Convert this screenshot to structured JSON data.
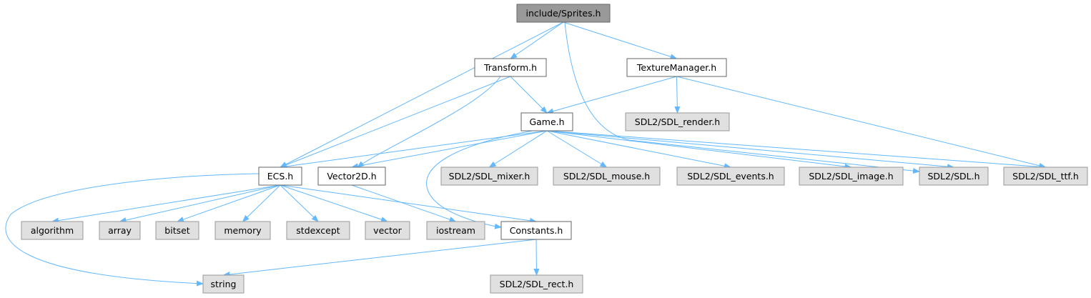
{
  "diagram": {
    "colors": {
      "edge": "#63b8ff",
      "root_fill": "#999999",
      "root_stroke": "#666666",
      "local_fill": "#ffffff",
      "local_stroke": "#666666",
      "system_fill": "#e0e0e0",
      "system_stroke": "#999999"
    },
    "nodes": [
      {
        "id": "sprites",
        "label": "include/Sprites.h",
        "kind": "root"
      },
      {
        "id": "transform",
        "label": "Transform.h",
        "kind": "local"
      },
      {
        "id": "texturemanager",
        "label": "TextureManager.h",
        "kind": "local"
      },
      {
        "id": "game",
        "label": "Game.h",
        "kind": "local"
      },
      {
        "id": "sdl_render",
        "label": "SDL2/SDL_render.h",
        "kind": "system"
      },
      {
        "id": "ecs",
        "label": "ECS.h",
        "kind": "local"
      },
      {
        "id": "vector2d",
        "label": "Vector2D.h",
        "kind": "local"
      },
      {
        "id": "sdl_mixer",
        "label": "SDL2/SDL_mixer.h",
        "kind": "system"
      },
      {
        "id": "sdl_mouse",
        "label": "SDL2/SDL_mouse.h",
        "kind": "system"
      },
      {
        "id": "sdl_events",
        "label": "SDL2/SDL_events.h",
        "kind": "system"
      },
      {
        "id": "sdl_image",
        "label": "SDL2/SDL_image.h",
        "kind": "system"
      },
      {
        "id": "sdl",
        "label": "SDL2/SDL.h",
        "kind": "system"
      },
      {
        "id": "sdl_ttf",
        "label": "SDL2/SDL_ttf.h",
        "kind": "system"
      },
      {
        "id": "algorithm",
        "label": "algorithm",
        "kind": "system"
      },
      {
        "id": "array",
        "label": "array",
        "kind": "system"
      },
      {
        "id": "bitset",
        "label": "bitset",
        "kind": "system"
      },
      {
        "id": "memory",
        "label": "memory",
        "kind": "system"
      },
      {
        "id": "stdexcept",
        "label": "stdexcept",
        "kind": "system"
      },
      {
        "id": "vector",
        "label": "vector",
        "kind": "system"
      },
      {
        "id": "iostream",
        "label": "iostream",
        "kind": "system"
      },
      {
        "id": "constants",
        "label": "Constants.h",
        "kind": "local"
      },
      {
        "id": "string",
        "label": "string",
        "kind": "system"
      },
      {
        "id": "sdl_rect",
        "label": "SDL2/SDL_rect.h",
        "kind": "system"
      }
    ],
    "edges": [
      {
        "from": "sprites",
        "to": "transform"
      },
      {
        "from": "sprites",
        "to": "texturemanager"
      },
      {
        "from": "sprites",
        "to": "ecs"
      },
      {
        "from": "sprites",
        "to": "sdl"
      },
      {
        "from": "transform",
        "to": "game"
      },
      {
        "from": "transform",
        "to": "ecs"
      },
      {
        "from": "transform",
        "to": "vector2d"
      },
      {
        "from": "texturemanager",
        "to": "game"
      },
      {
        "from": "texturemanager",
        "to": "sdl_render"
      },
      {
        "from": "texturemanager",
        "to": "sdl_ttf"
      },
      {
        "from": "game",
        "to": "ecs"
      },
      {
        "from": "game",
        "to": "vector2d"
      },
      {
        "from": "game",
        "to": "constants"
      },
      {
        "from": "game",
        "to": "sdl_mixer"
      },
      {
        "from": "game",
        "to": "sdl_mouse"
      },
      {
        "from": "game",
        "to": "sdl_events"
      },
      {
        "from": "game",
        "to": "sdl_image"
      },
      {
        "from": "game",
        "to": "sdl"
      },
      {
        "from": "game",
        "to": "sdl_ttf"
      },
      {
        "from": "ecs",
        "to": "algorithm"
      },
      {
        "from": "ecs",
        "to": "array"
      },
      {
        "from": "ecs",
        "to": "bitset"
      },
      {
        "from": "ecs",
        "to": "memory"
      },
      {
        "from": "ecs",
        "to": "stdexcept"
      },
      {
        "from": "ecs",
        "to": "vector"
      },
      {
        "from": "ecs",
        "to": "constants"
      },
      {
        "from": "ecs",
        "to": "string"
      },
      {
        "from": "vector2d",
        "to": "iostream"
      },
      {
        "from": "constants",
        "to": "string"
      },
      {
        "from": "constants",
        "to": "sdl_rect"
      }
    ]
  }
}
